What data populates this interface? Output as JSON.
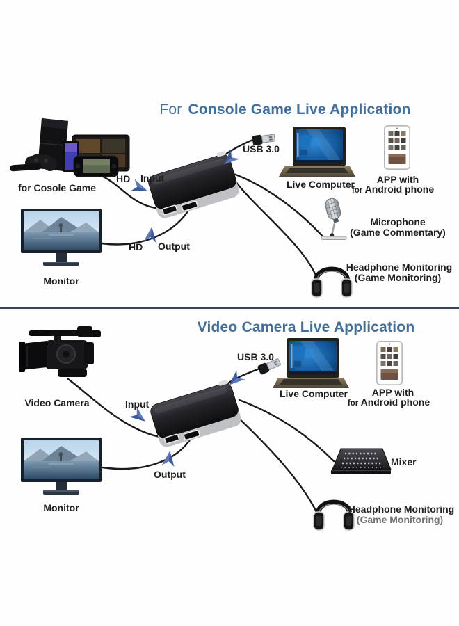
{
  "colors": {
    "title_blue": "#3f6f9f",
    "arrow_blue": "#3a5aa0",
    "divider": "#3b4252",
    "cable": "#1a1a1a",
    "label_text": "#1e1e1e"
  },
  "section1": {
    "title_prefix": "For",
    "title": "Console Game Live Application",
    "console_label": "for Cosole Game",
    "hd_in": "HD",
    "input_label": "Input",
    "usb_label": "USB 3.0",
    "live_computer": "Live Computer",
    "app_line1": "APP with",
    "app_for": "for",
    "app_line2": "Android phone",
    "mic_line1": "Microphone",
    "mic_line2": "(Game Commentary)",
    "headphone_line1": "Headphone Monitoring",
    "headphone_line2": "(Game Monitoring)",
    "hd_out": "HD",
    "output_label": "Output",
    "monitor_label": "Monitor"
  },
  "section2": {
    "title": "Video Camera Live Application",
    "camera_label": "Video Camera",
    "input_label": "Input",
    "usb_label": "USB 3.0",
    "live_computer": "Live Computer",
    "app_line1": "APP with",
    "app_for": "for",
    "app_line2": "Android phone",
    "mixer_label": "Mixer",
    "headphone_line1": "Headphone Monitoring",
    "headphone_line2": "(Game Monitoring)",
    "output_label": "Output",
    "monitor_label": "Monitor"
  }
}
